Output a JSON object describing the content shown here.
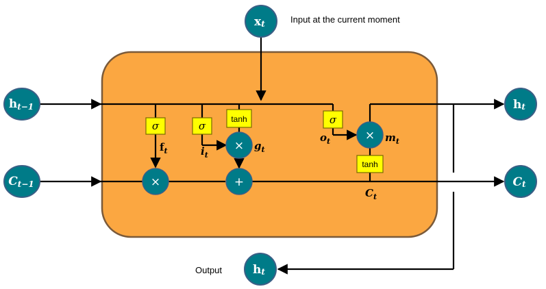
{
  "captions": {
    "input": "Input at the current moment",
    "output": "Output"
  },
  "nodes": {
    "x_t": {
      "main": "x",
      "sub": "t"
    },
    "h_prev": {
      "main": "h",
      "sub": "t−1"
    },
    "c_prev": {
      "main": "C",
      "sub": "t−1"
    },
    "h_out_right": {
      "main": "h",
      "sub": "t"
    },
    "c_out_right": {
      "main": "C",
      "sub": "t"
    },
    "h_output": {
      "main": "h",
      "sub": "t"
    }
  },
  "gates": {
    "forget": "σ",
    "input": "σ",
    "candidate": "tanh",
    "output": "σ",
    "cell_tanh": "tanh"
  },
  "operators": {
    "forget_mul": "×",
    "input_mul": "×",
    "add": "+",
    "output_mul": "×"
  },
  "variables": {
    "f": {
      "main": "f",
      "sub": "t"
    },
    "i": {
      "main": "i",
      "sub": "t"
    },
    "g": {
      "main": "g",
      "sub": "t"
    },
    "o": {
      "main": "o",
      "sub": "t"
    },
    "m": {
      "main": "m",
      "sub": "t"
    },
    "c": {
      "main": "C",
      "sub": "t"
    }
  },
  "colors": {
    "cell_fill": "#fba741",
    "cell_border": "#7a5a3a",
    "node_fill": "#007b88",
    "node_border": "#3b5f86",
    "gate_fill": "#ffff00",
    "gate_border": "#7a6a00",
    "line": "#000000"
  }
}
